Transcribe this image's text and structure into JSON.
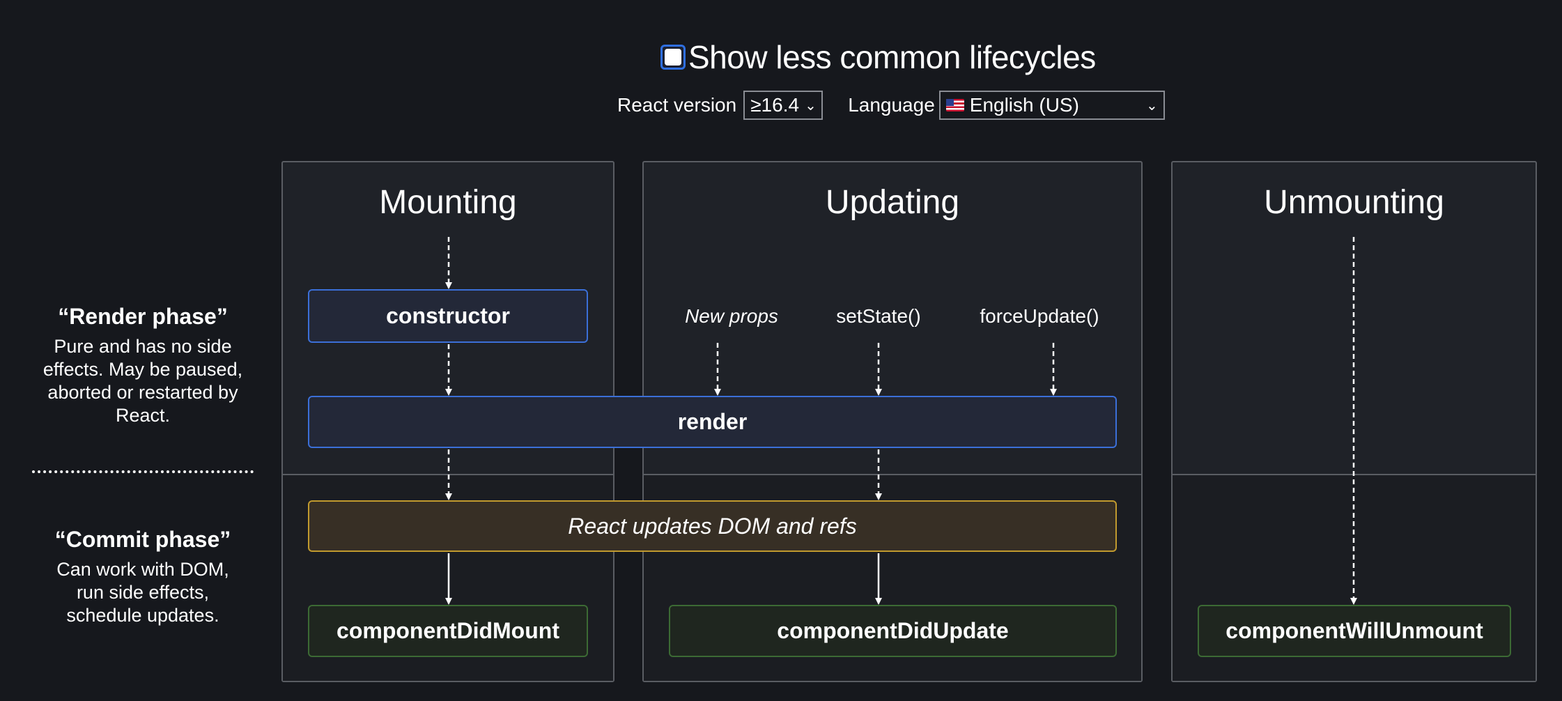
{
  "toggle": {
    "label": "Show less common lifecycles",
    "checked": false
  },
  "controls": {
    "react_version_label": "React version",
    "react_version_value": "≥16.4",
    "language_label": "Language",
    "language_value": "English (US)",
    "language_flag": "us-flag-icon"
  },
  "legend": {
    "render_phase": {
      "title": "“Render phase”",
      "description": "Pure and has no side effects. May be paused, aborted or restarted by React."
    },
    "commit_phase": {
      "title": "“Commit phase”",
      "description": "Can work with DOM, run side effects, schedule updates."
    }
  },
  "columns": {
    "mounting": "Mounting",
    "updating": "Updating",
    "unmounting": "Unmounting"
  },
  "triggers": {
    "new_props": "New props",
    "set_state": "setState()",
    "force_update": "forceUpdate()"
  },
  "boxes": {
    "constructor": "constructor",
    "render": "render",
    "react_updates": "React updates DOM and refs",
    "component_did_mount": "componentDidMount",
    "component_did_update": "componentDidUpdate",
    "component_will_unmount": "componentWillUnmount"
  },
  "colors": {
    "background": "#16181d",
    "render_box_border": "#3b6fd8",
    "commit_box_border": "#c19a2e",
    "lifecycle_box_border": "#3c6a34"
  }
}
